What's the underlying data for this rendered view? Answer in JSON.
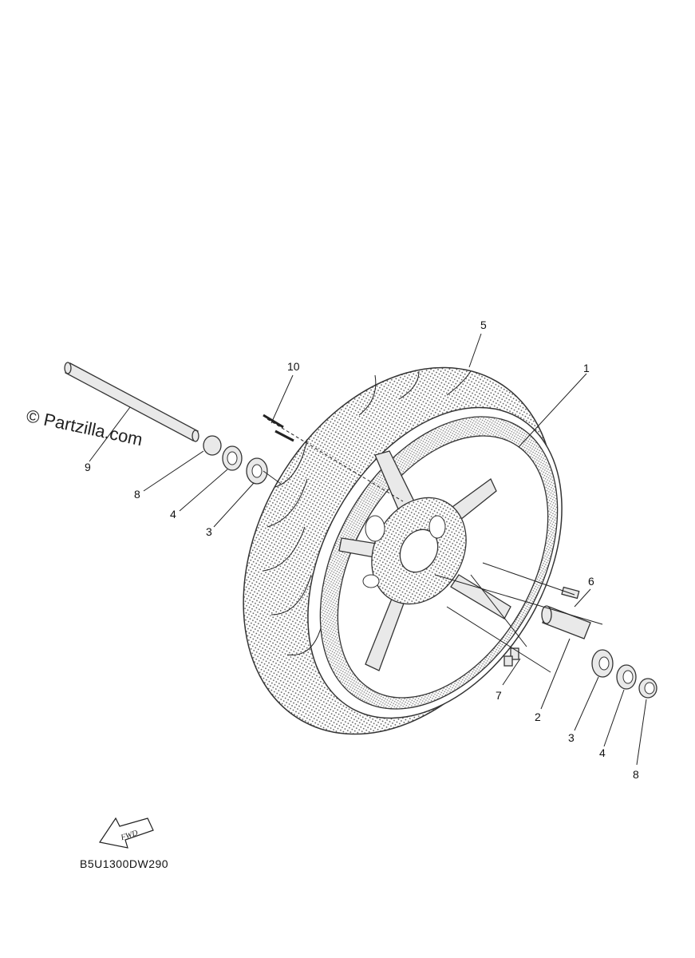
{
  "watermark": "© Partzilla.com",
  "fwd_badge": "FWD",
  "diagram_code": "B5U1300DW290",
  "callouts": [
    {
      "id": "c1",
      "label": "1"
    },
    {
      "id": "c2",
      "label": "2"
    },
    {
      "id": "c3a",
      "label": "3"
    },
    {
      "id": "c3b",
      "label": "3"
    },
    {
      "id": "c4a",
      "label": "4"
    },
    {
      "id": "c4b",
      "label": "4"
    },
    {
      "id": "c5",
      "label": "5"
    },
    {
      "id": "c6",
      "label": "6"
    },
    {
      "id": "c7",
      "label": "7"
    },
    {
      "id": "c8a",
      "label": "8"
    },
    {
      "id": "c8b",
      "label": "8"
    },
    {
      "id": "c9",
      "label": "9"
    },
    {
      "id": "c10",
      "label": "10"
    }
  ]
}
